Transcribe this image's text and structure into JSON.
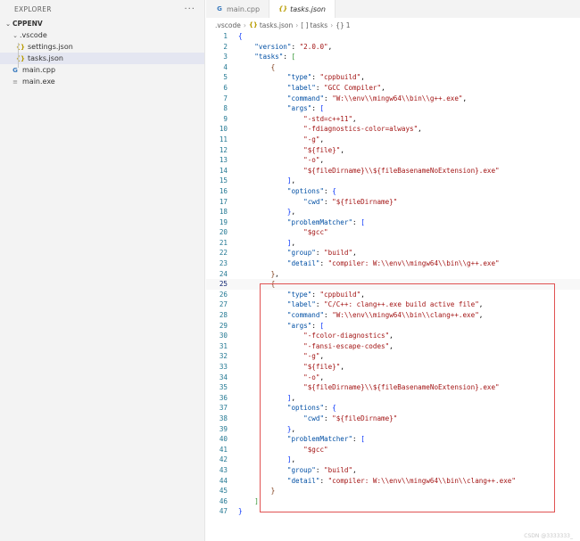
{
  "explorer": {
    "title": "EXPLORER",
    "more_icon": "more-horizontal-icon",
    "project": "CPPENV",
    "items": [
      {
        "label": ".vscode",
        "type": "folder",
        "depth": 1,
        "expanded": true
      },
      {
        "label": "settings.json",
        "type": "json",
        "depth": 2
      },
      {
        "label": "tasks.json",
        "type": "json",
        "depth": 2,
        "selected": true
      },
      {
        "label": "main.cpp",
        "type": "cpp",
        "depth": 1
      },
      {
        "label": "main.exe",
        "type": "exe",
        "depth": 1
      }
    ]
  },
  "tabs": [
    {
      "label": "main.cpp",
      "icon": "cpp-file-icon",
      "active": false
    },
    {
      "label": "tasks.json",
      "icon": "json-file-icon",
      "active": true
    }
  ],
  "breadcrumbs": [
    {
      "label": ".vscode",
      "prefix": ""
    },
    {
      "label": "tasks.json",
      "prefix": "{}"
    },
    {
      "label": "tasks",
      "prefix": "[ ]"
    },
    {
      "label": "1",
      "prefix": "{}"
    }
  ],
  "current_line": 25,
  "code_lines": [
    "{",
    "    \"version\": \"2.0.0\",",
    "    \"tasks\": [",
    "        {",
    "            \"type\": \"cppbuild\",",
    "            \"label\": \"GCC Compiler\",",
    "            \"command\": \"W:\\\\env\\\\mingw64\\\\bin\\\\g++.exe\",",
    "            \"args\": [",
    "                \"-std=c++11\",",
    "                \"-fdiagnostics-color=always\",",
    "                \"-g\",",
    "                \"${file}\",",
    "                \"-o\",",
    "                \"${fileDirname}\\\\${fileBasenameNoExtension}.exe\"",
    "            ],",
    "            \"options\": {",
    "                \"cwd\": \"${fileDirname}\"",
    "            },",
    "            \"problemMatcher\": [",
    "                \"$gcc\"",
    "            ],",
    "            \"group\": \"build\",",
    "            \"detail\": \"compiler: W:\\\\env\\\\mingw64\\\\bin\\\\g++.exe\"",
    "        },",
    "        {",
    "            \"type\": \"cppbuild\",",
    "            \"label\": \"C/C++: clang++.exe build active file\",",
    "            \"command\": \"W:\\\\env\\\\mingw64\\\\bin\\\\clang++.exe\",",
    "            \"args\": [",
    "                \"-fcolor-diagnostics\",",
    "                \"-fansi-escape-codes\",",
    "                \"-g\",",
    "                \"${file}\",",
    "                \"-o\",",
    "                \"${fileDirname}\\\\${fileBasenameNoExtension}.exe\"",
    "            ],",
    "            \"options\": {",
    "                \"cwd\": \"${fileDirname}\"",
    "            },",
    "            \"problemMatcher\": [",
    "                \"$gcc\"",
    "            ],",
    "            \"group\": \"build\",",
    "            \"detail\": \"compiler: W:\\\\env\\\\mingw64\\\\bin\\\\clang++.exe\"",
    "        }",
    "    ]",
    "}"
  ],
  "watermark": "CSDN @3333333_",
  "colors": {
    "key": "#0451a5",
    "string": "#a31515",
    "line_number": "#237893",
    "highlight_box": "#e05252",
    "sidebar_bg": "#f3f3f3",
    "selection": "#e4e6f1"
  }
}
